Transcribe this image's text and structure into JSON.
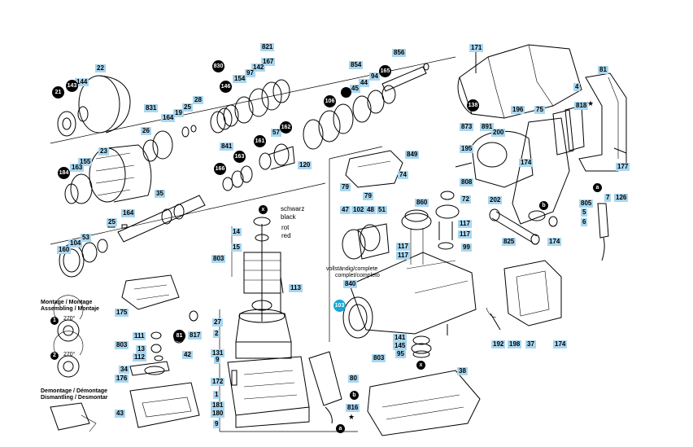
{
  "labels": {
    "l171": "171",
    "l81": "81",
    "l4": "4",
    "l818": "818",
    "l873": "873",
    "l891": "891",
    "l200": "200",
    "l196": "196",
    "l75": "75",
    "l195": "195",
    "l174a": "174",
    "l808": "808",
    "l202": "202",
    "l177": "177",
    "l7": "7",
    "l126": "126",
    "l805": "805",
    "l5": "5",
    "l6": "6",
    "l825": "825",
    "l174b": "174",
    "l192": "192",
    "l198": "198",
    "l37": "37",
    "l174c": "174",
    "l22": "22",
    "l144": "144",
    "l831": "831",
    "l19": "19",
    "l164a": "164",
    "l26": "26",
    "l25a": "25",
    "l28": "28",
    "l821": "821",
    "l167": "167",
    "l142": "142",
    "l97": "97",
    "l154": "154",
    "l841": "841",
    "l854": "854",
    "l856": "856",
    "l94": "94",
    "l44": "44",
    "l45": "45",
    "l57": "57",
    "l120": "120",
    "l23": "23",
    "l155": "155",
    "l163a": "163",
    "l35": "35",
    "l164b": "164",
    "l25b": "25",
    "l53": "53",
    "l104": "104",
    "l160": "160",
    "l14": "14",
    "l15": "15",
    "l803a": "803",
    "l113": "113",
    "l27": "27",
    "l2": "2",
    "l131": "131",
    "l9a": "9",
    "l172": "172",
    "l1": "1",
    "l181": "181",
    "l180": "180",
    "l9b": "9",
    "l849": "849",
    "l74": "74",
    "l79a": "79",
    "l79b": "79",
    "l860": "860",
    "l72": "72",
    "l47": "47",
    "l102": "102",
    "l48": "48",
    "l51": "51",
    "l117a": "117",
    "l117b": "117",
    "l117c": "117",
    "l117d": "117",
    "l99": "99",
    "l840": "840",
    "l141": "141",
    "l145": "145",
    "l95": "95",
    "l803b": "803",
    "l80": "80",
    "l816": "816",
    "l38": "38",
    "l175": "175",
    "l111": "111",
    "l803c": "803",
    "l13": "13",
    "l112": "112",
    "l817": "817",
    "l42": "42",
    "l34": "34",
    "l176": "176",
    "l43": "43"
  },
  "dots": {
    "d21": "21",
    "d143": "143",
    "d184": "184",
    "d830": "830",
    "d146": "146",
    "d165": "165",
    "d106": "106",
    "d162": "162",
    "d161": "161",
    "d166": "166",
    "d163": "163",
    "d138": "138",
    "d103": "103",
    "d81": "81",
    "d1": "1",
    "d2": "2"
  },
  "texts": {
    "schwarz": "schwarz",
    "black": "black",
    "rot": "rot",
    "red": "red",
    "vollstaendig": "vollständig/complete",
    "complet": "complet/completo",
    "montage1": "Montage / Montage",
    "montage2": "Assembling / Montaje",
    "deg1": "270°",
    "deg2": "270°",
    "demontage1": "Demontage / Démontage",
    "demontage2": "Dismantling / Desmontar"
  },
  "markers": {
    "a1": "a",
    "b1": "b",
    "x1": "x",
    "x2": "x",
    "a2": "a",
    "b2": "b",
    "star1": "★",
    "star2": "★"
  }
}
